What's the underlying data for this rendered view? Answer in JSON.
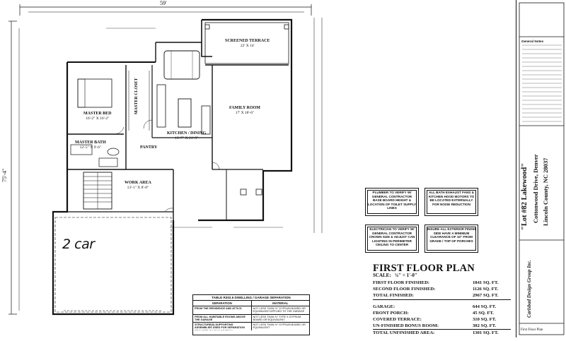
{
  "plan": {
    "overall_width": "59'",
    "overall_depth": "75'-4\"",
    "handwritten_note": "2 car",
    "rooms": [
      {
        "name": "SCREENED TERRACE",
        "dim": "22' X 14'"
      },
      {
        "name": "MASTER BED",
        "dim": "16'-2\" X 16'-2\""
      },
      {
        "name": "MASTER CLOSET",
        "dim": ""
      },
      {
        "name": "FAMILY ROOM",
        "dim": "17' X 18'-6\""
      },
      {
        "name": "KITCHEN / DINING",
        "dim": "13'-7\" X 21'-9\""
      },
      {
        "name": "MASTER BATH",
        "dim": "12'-5\" X 9'-6\""
      },
      {
        "name": "PANTRY",
        "dim": ""
      },
      {
        "name": "WORK AREA",
        "dim": "13'-1\" X 8'-8\""
      }
    ]
  },
  "notes": [
    "PLUMBER TO VERIFY W/ GENERAL CONTRACTOR BASE BOARD HEIGHT & LOCATION OF TOILET SUPPLY LINES",
    "ALL BATH EXHAUST FANS & KITCHEN HOOD MOTORS TO BE LOCATED EXTERNALLY FOR NOISE REDUCTION",
    "ELECTRICIAN TO VERIFY W/ GENERAL CONTRACTOR CROWN SIZE & ADJUST CAN LIGHTING IN PERIMETER CEILING TO CENTER",
    "INSURE ALL EXTERIOR FINISH SIDE HAVE A MINIMUM CLEARANCE OF 10\" FROM GRADE / TOP OF PORCHES"
  ],
  "sheet": {
    "title": "FIRST FLOOR PLAN",
    "scale_label": "SCALE:",
    "scale_value": "¼\" = 1'-0\"",
    "areas_finished": [
      {
        "label": "FIRST FLOOR FINISHED:",
        "value": "1841 SQ. FT."
      },
      {
        "label": "SECOND FLOOR FINISHED:",
        "value": "1126 SQ. FT."
      },
      {
        "label": "TOTAL FINISHED:",
        "value": "2967 SQ. FT."
      }
    ],
    "areas_unfinished": [
      {
        "label": "GARAGE:",
        "value": "644 SQ. FT."
      },
      {
        "label": "FRONT PORCH:",
        "value": "45 SQ. FT."
      },
      {
        "label": "COVERED TERRACE:",
        "value": "310 SQ. FT."
      },
      {
        "label": "UN-FINISHED BONUS ROOM:",
        "value": "302 SQ. FT."
      },
      {
        "label": "TOTAL UNFINISHED AREA:",
        "value": "1301 SQ. FT."
      }
    ]
  },
  "separation_table": {
    "caption": "TABLE R302.6 DWELLING / GARAGE SEPARATION",
    "headers": [
      "SEPARATION",
      "MATERIAL"
    ],
    "rows": [
      [
        "FROM THE RESIDENCE AND ATTICS",
        "NOT LESS THAN ½\" GYPSUM BOARD OR EQUIVALENT APPLIED TO THE GARAGE SIDE"
      ],
      [
        "FROM ALL HABITABLE ROOMS ABOVE THE GARAGE",
        "NOT LESS THAN ⅝\" TYPE X GYPSUM BOARD OR EQUIVALENT"
      ],
      [
        "STRUCTURE(S) SUPPORTING ASSEMBLIES USED FOR SEPARATION REQUIRED BY THIS SECTION",
        "NOT LESS THAN ½\" GYPSUM BOARD OR EQUIVALENT"
      ]
    ]
  },
  "title_block": {
    "lot": "\"Lot #82 Lakewood\"",
    "street": "Cottonwood Drive, Denver",
    "county": "Lincoln County, NC 28037",
    "company": "Carlsbad Design Group Inc.",
    "general_notes": "General Notes",
    "page_label": "First Floor Plan"
  }
}
